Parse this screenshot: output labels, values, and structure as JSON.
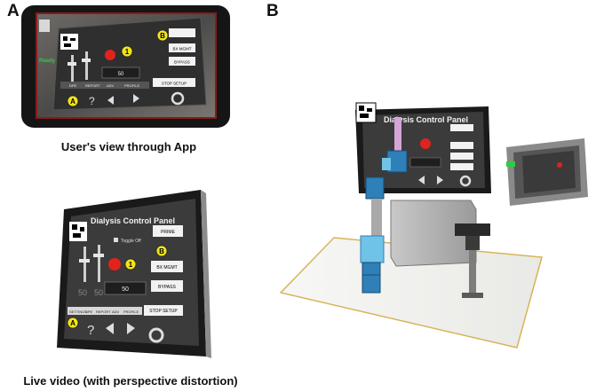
{
  "panel_letters": {
    "a": "A",
    "b": "B"
  },
  "captions": {
    "app_view": "User's view through App",
    "live_video": "Live video (with perspective distortion)"
  },
  "control_panel": {
    "title": "Dialysis Control Panel",
    "toggle_label": "Toggle Off",
    "buttons": {
      "prime": "PRIME",
      "bx_mgmt": "BX MGMT",
      "bypass": "BYPASS",
      "stop_setup": "STOP SETUP"
    },
    "tabs": [
      "SETTINGS",
      "DPE",
      "REPORT",
      "ADV",
      "PROFILE"
    ],
    "readout": "50",
    "slider_labels": [
      "50",
      "50"
    ],
    "help_glyph": "?",
    "markers": {
      "a": "A",
      "b": "B",
      "one": "1"
    }
  },
  "app_overlay": {
    "status": "Ready"
  },
  "colors": {
    "tablet_frame": "#1a1a1a",
    "screen_bg": "#3b3b3b",
    "marker_yellow": "#f1e41a",
    "indicator_red": "#e0231c",
    "button_white": "#f2f2f2",
    "status_green": "#2ecc40",
    "table_edge": "#d7b35a",
    "block_blue": "#2f7fb8",
    "block_cyan": "#6fc3e6"
  }
}
